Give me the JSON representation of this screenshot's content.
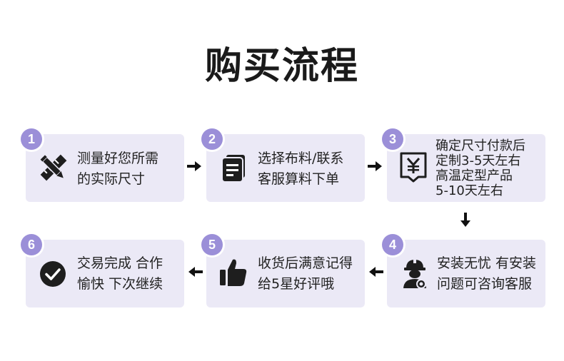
{
  "title": "购买流程",
  "steps": [
    {
      "number": "1",
      "lines": [
        "测量好您所需",
        "的实际尺寸"
      ],
      "icon": "pencil-ruler-icon"
    },
    {
      "number": "2",
      "lines": [
        "选择布料/联系",
        "客服算料下单"
      ],
      "icon": "document-icon"
    },
    {
      "number": "3",
      "lines": [
        "确定尺寸付款后",
        "定制3-5天左右",
        "高温定型产品",
        "5-10天左右"
      ],
      "icon": "yen-receipt-icon"
    },
    {
      "number": "4",
      "lines": [
        "安装无忧 有安装",
        "问题可咨询客服"
      ],
      "icon": "installer-worker-icon"
    },
    {
      "number": "5",
      "lines": [
        "收货后满意记得",
        "给5星好评哦"
      ],
      "icon": "thumbs-up-icon"
    },
    {
      "number": "6",
      "lines": [
        "交易完成 合作",
        "愉快 下次继续"
      ],
      "icon": "check-circle-icon"
    }
  ]
}
